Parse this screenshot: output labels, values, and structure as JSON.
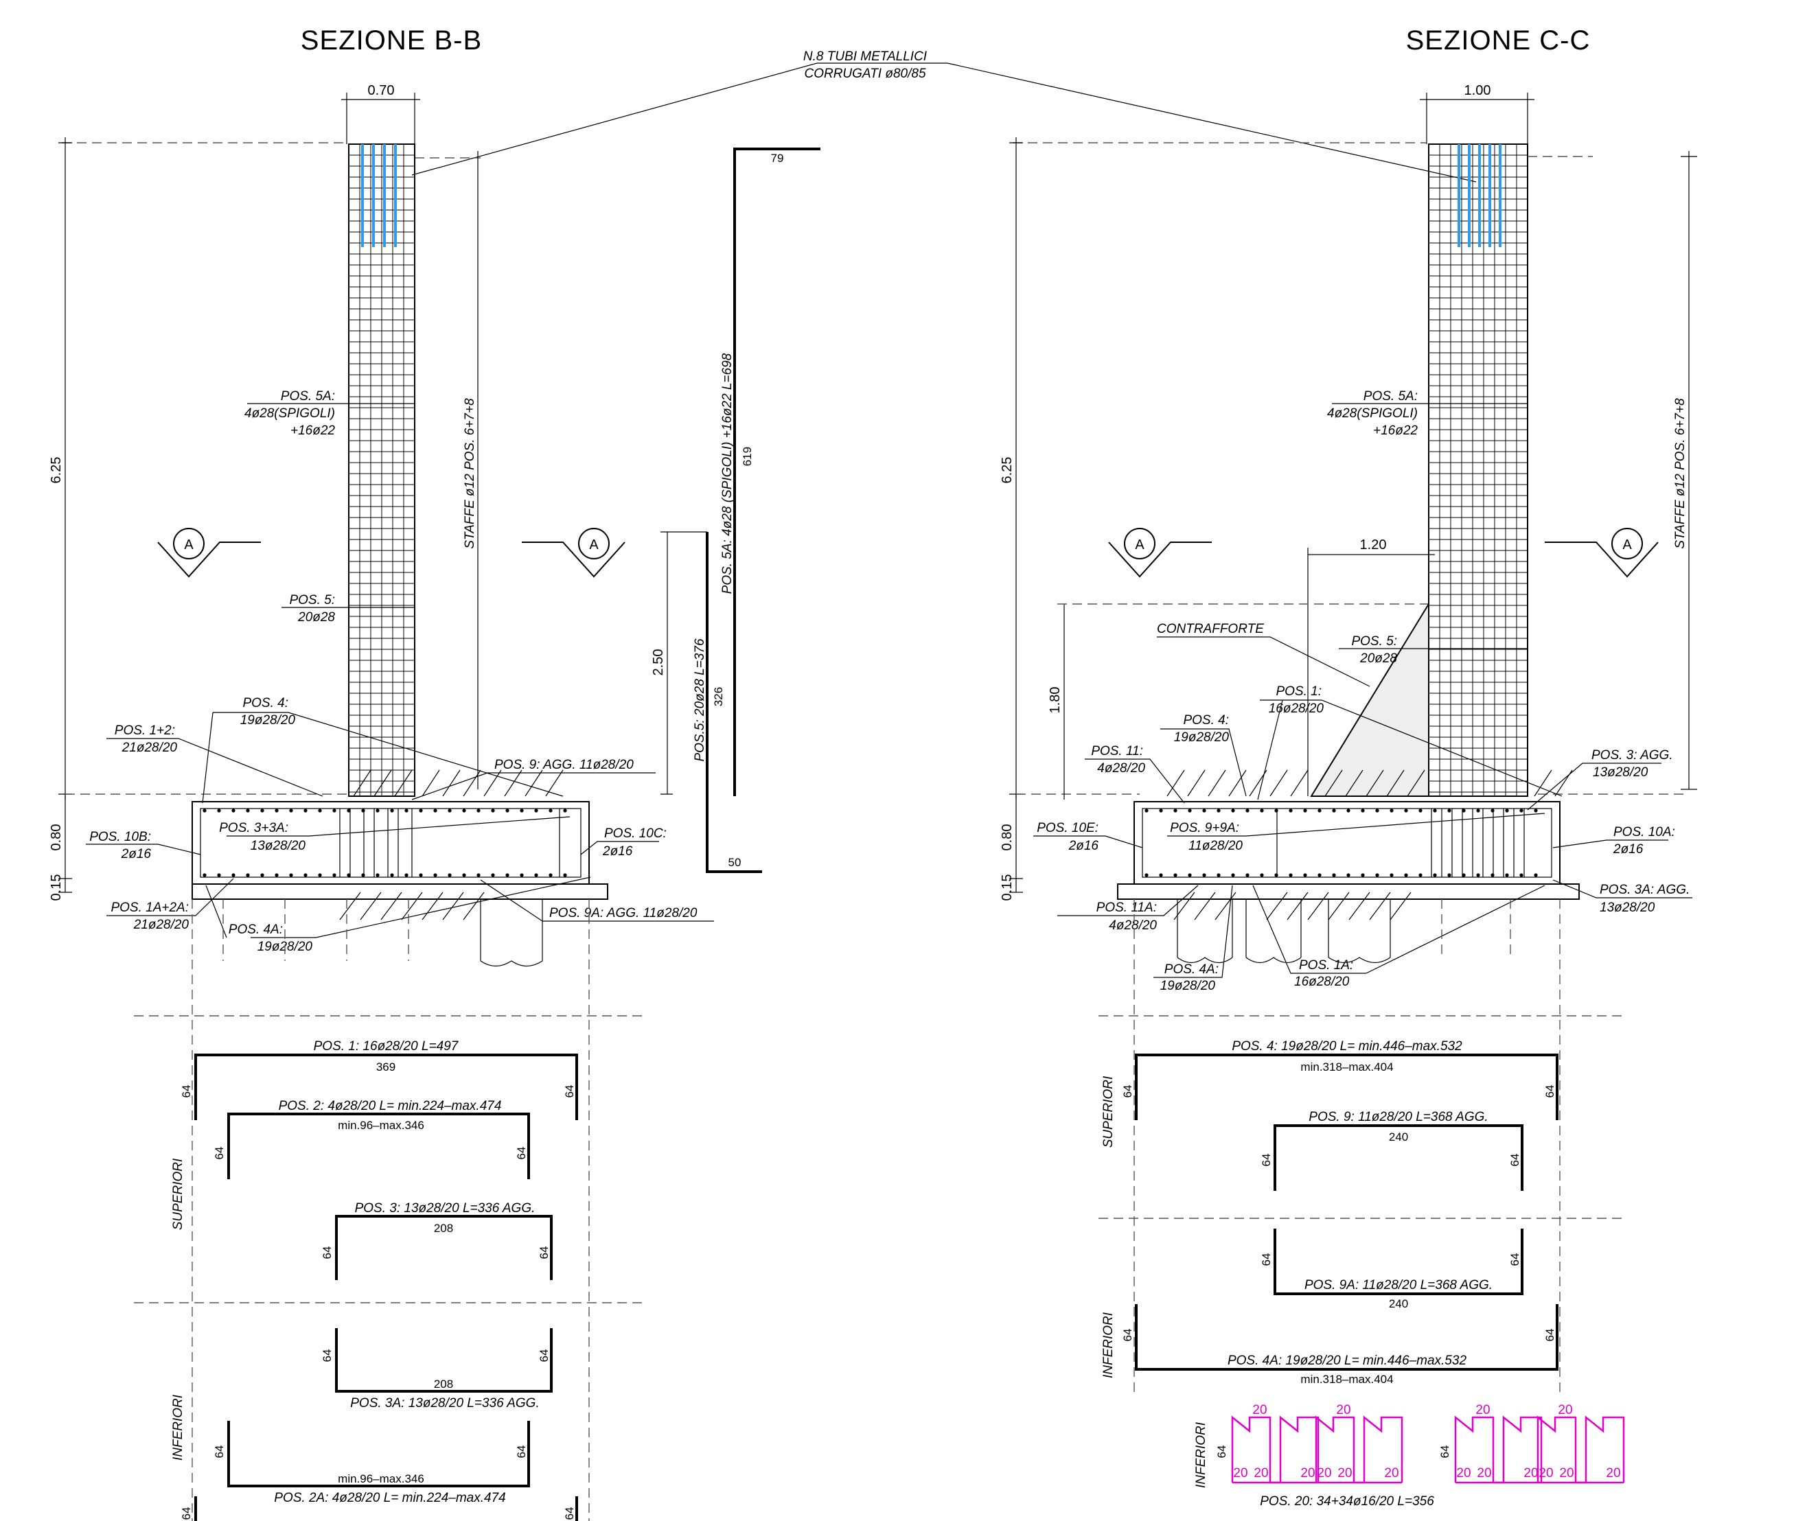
{
  "titles": {
    "bb": "SEZIONE B-B",
    "cc": "SEZIONE C-C"
  },
  "common": {
    "tubes_line1": "N.8 TUBI METALLICI",
    "tubes_line2": "CORRUGATI ø80/85",
    "section_marker": "A"
  },
  "bb": {
    "dim_width": "0.70",
    "dim_height": "6.25",
    "dim_080": "0.80",
    "dim_015": "0.15",
    "dim_250": "2.50",
    "staffe": "STAFFE ø12  POS. 6+7+8",
    "pos5a_1": "POS. 5A:",
    "pos5a_2": "4ø28(SPIGOLI)",
    "pos5a_3": "+16ø22",
    "pos5_1": "POS. 5:",
    "pos5_2": "20ø28",
    "pos4_1": "POS. 4:",
    "pos4_2": "19ø28/20",
    "pos12_1": "POS. 1+2:",
    "pos12_2": "21ø28/20",
    "pos9": "POS. 9: AGG. 11ø28/20",
    "pos33a_1": "POS. 3+3A:",
    "pos33a_2": "13ø28/20",
    "pos10b_1": "POS. 10B:",
    "pos10b_2": "2ø16",
    "pos10c_1": "POS. 10C:",
    "pos10c_2": "2ø16",
    "pos1a2a_1": "POS. 1A+2A:",
    "pos1a2a_2": "21ø28/20",
    "pos4a_1": "POS. 4A:",
    "pos4a_2": "19ø28/20",
    "pos9a": "POS. 9A: AGG. 11ø28/20",
    "bar5a_label": "POS. 5A: 4ø28 (SPIGOLI) +16ø22 L=698",
    "bar5a_len": "619",
    "bar5a_top": "79",
    "bar5_label": "POS.5: 20ø28 L=376",
    "bar5_len": "326",
    "bar5_bottom": "50",
    "superiori": "SUPERIORI",
    "inferiori": "INFERIORI",
    "sch_pos1": "POS. 1: 16ø28/20 L=497",
    "sch_pos1_len": "369",
    "sch_pos2": "POS. 2: 4ø28/20 L= min.224–max.474",
    "sch_pos2_len": "min.96–max.346",
    "sch_pos3": "POS. 3: 13ø28/20 L=336 AGG.",
    "sch_pos3_len": "208",
    "sch_pos3a": "POS. 3A: 13ø28/20 L=336 AGG.",
    "sch_pos3a_len": "208",
    "sch_pos2a": "POS. 2A: 4ø28/20 L= min.224–max.474",
    "sch_pos2a_len": "min.96–max.346",
    "leg": "64"
  },
  "cc": {
    "dim_width": "1.00",
    "dim_height": "6.25",
    "dim_080": "0.80",
    "dim_015": "0.15",
    "dim_120": "1.20",
    "dim_180": "1.80",
    "staffe": "STAFFE ø12  POS. 6+7+8",
    "pos5a_1": "POS. 5A:",
    "pos5a_2": "4ø28(SPIGOLI)",
    "pos5a_3": "+16ø22",
    "contrafforte": "CONTRAFFORTE",
    "pos5_1": "POS. 5:",
    "pos5_2": "20ø28",
    "pos1_1": "POS. 1:",
    "pos1_2": "16ø28/20",
    "pos4_1": "POS. 4:",
    "pos4_2": "19ø28/20",
    "pos11_1": "POS. 11:",
    "pos11_2": "4ø28/20",
    "pos3_1": "POS. 3: AGG.",
    "pos3_2": "13ø28/20",
    "pos99a_1": "POS. 9+9A:",
    "pos99a_2": "11ø28/20",
    "pos10e_1": "POS. 10E:",
    "pos10e_2": "2ø16",
    "pos10a_1": "POS. 10A:",
    "pos10a_2": "2ø16",
    "pos3a_1": "POS. 3A: AGG.",
    "pos3a_2": "13ø28/20",
    "pos11a_1": "POS. 11A:",
    "pos11a_2": "4ø28/20",
    "pos4a_1": "POS. 4A:",
    "pos4a_2": "19ø28/20",
    "pos1a_1": "POS. 1A:",
    "pos1a_2": "16ø28/20",
    "superiori": "SUPERIORI",
    "inferiori": "INFERIORI",
    "sch_pos4": "POS. 4: 19ø28/20 L= min.446–max.532",
    "sch_pos4_len": "min.318–max.404",
    "sch_pos9": "POS. 9: 11ø28/20 L=368 AGG.",
    "sch_pos9_len": "240",
    "sch_pos9a": "POS. 9A: 11ø28/20 L=368 AGG.",
    "sch_pos9a_len": "240",
    "sch_pos4a": "POS. 4A: 19ø28/20 L= min.446–max.532",
    "sch_pos4a_len": "min.318–max.404",
    "sch_pos20": "POS. 20: 34+34ø16/20 L=356",
    "pos20_seg": "20",
    "leg": "64"
  }
}
